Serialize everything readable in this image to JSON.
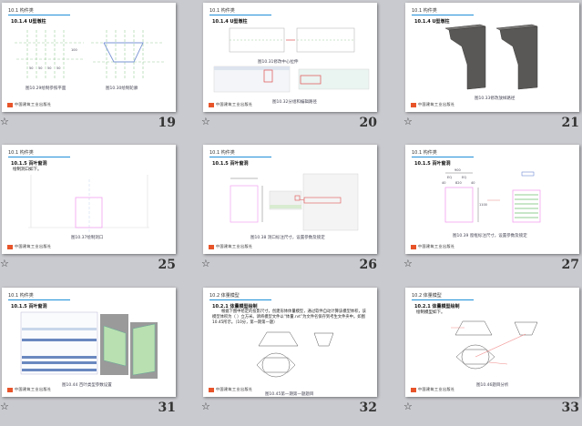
{
  "publisher_logo": "中国建筑工业出版社",
  "slides": [
    {
      "number": "19",
      "section": "10.1 构件类",
      "subsection": "10.1.4 U型墩柱",
      "captions": [
        "图10.29绘制参照平面",
        "图10.30绘制轮廓"
      ],
      "dims": [
        "50",
        "50",
        "50",
        "50",
        "100"
      ]
    },
    {
      "number": "20",
      "section": "10.1 构件类",
      "subsection": "10.1.4 U型墩柱",
      "captions": [
        "图10.31修改中心拉伸",
        "图10.32分组和编辑路径"
      ]
    },
    {
      "number": "21",
      "section": "10.1 构件类",
      "subsection": "10.1.4 U型墩柱",
      "captions": [
        "图10.33修改放样路径"
      ]
    },
    {
      "number": "25",
      "section": "10.1 构件类",
      "subsection": "10.1.5 百叶窗洞",
      "note": "绘制洞口如下。",
      "captions": [
        "图10.37绘制洞口"
      ]
    },
    {
      "number": "26",
      "section": "10.1 构件类",
      "subsection": "10.1.5 百叶窗洞",
      "captions": [
        "图10.38 洞口标注尺寸，设置参数及锁定"
      ]
    },
    {
      "number": "27",
      "section": "10.1 构件类",
      "subsection": "10.1.5 百叶窗洞",
      "captions": [
        "图10.39 窗框标注尺寸，设置参数及锁定"
      ],
      "dims": [
        "900",
        "EQ",
        "EQ",
        "820",
        "40",
        "40",
        "1100"
      ]
    },
    {
      "number": "31",
      "section": "10.1 构件类",
      "subsection": "10.1.5 百叶窗洞",
      "captions": [
        "图10.44 百叶类型参数设置"
      ]
    },
    {
      "number": "32",
      "section": "10.2 体量模型",
      "subsection": "10.2.1 体量模型绘制",
      "paragraph": "根据下图中给定的投影尺寸，创建形体体量模型，通过软件自动计算该模型体积，该模型体积为（      ）立方米。请将模型文件以“体量.rvt”为文件名保存到考生文件夹中。如图10.45所示。（10分，第一期第一题）",
      "captions": [
        "图10.45第一期第一题题目"
      ]
    },
    {
      "number": "33",
      "section": "10.2 体量模型",
      "subsection": "10.2.1 体量模型绘制",
      "note": "绘制模型如下。",
      "captions": [
        "图10.46题目分析"
      ]
    }
  ],
  "star_icon": "☆"
}
